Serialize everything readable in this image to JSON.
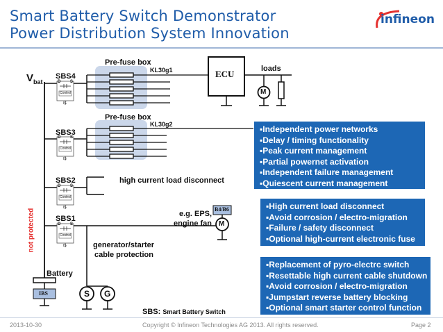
{
  "header": {
    "title_line1": "Smart Battery Switch Demonstrator",
    "title_line2": "Power Distribution System Innovation",
    "logo": "infineon"
  },
  "diagram": {
    "vbat_main": "V",
    "vbat_sub": "bat",
    "prefuse_box_1": "Pre-fuse box",
    "prefuse_box_2": "Pre-fuse box",
    "kl30g1": "KL30g1",
    "kl30g2": "KL30g2",
    "ecu": "ECU",
    "loads": "loads",
    "motor_m": "M",
    "sbs4": "SBS4",
    "sbs3": "SBS3",
    "sbs2": "SBS2",
    "sbs1": "SBS1",
    "high_current_load_disconnect": "high current load disconnect",
    "eps_line1": "e.g. EPS,",
    "eps_line2": "engine fan",
    "b4b6": "B4/B6",
    "generator_line1": "generator/starter",
    "generator_line2": "cable protection",
    "not_protected": "not protected",
    "battery": "Battery",
    "ibs": "IBS",
    "starter_s": "S",
    "generator_g": "G",
    "switch_d": "D",
    "switch_s": "S",
    "switch_control": "Control",
    "switch_is": "IS",
    "legend_prefix": "SBS: ",
    "legend_text": "Smart Battery Switch"
  },
  "info_boxes": [
    {
      "items": [
        "Independent power networks",
        "Delay / timing functionality",
        "Peak current management",
        "Partial powernet activation",
        "Independent failure management",
        "Quiescent current management"
      ]
    },
    {
      "items": [
        "High current load disconnect",
        "Avoid corrosion / electro-migration",
        "Failure / safety disconnect",
        "Optional high-current electronic fuse"
      ]
    },
    {
      "items": [
        "Replacement of pyro-electrc switch",
        "Resettable high current cable shutdown",
        "Avoid corrosion / electro-migration",
        "Jumpstart reverse battery blocking",
        "Optional smart starter control function"
      ]
    }
  ],
  "footer": {
    "date": "2013-10-30",
    "copyright": "Copyright © Infineon Technologies AG 2013. All rights reserved.",
    "page": "Page 2"
  },
  "colors": {
    "title_blue": "#1f5ca9",
    "info_box_blue": "#1d67b5",
    "ibs_box": "#a9bfe0",
    "prefuse_box": "#cbd7ea"
  }
}
